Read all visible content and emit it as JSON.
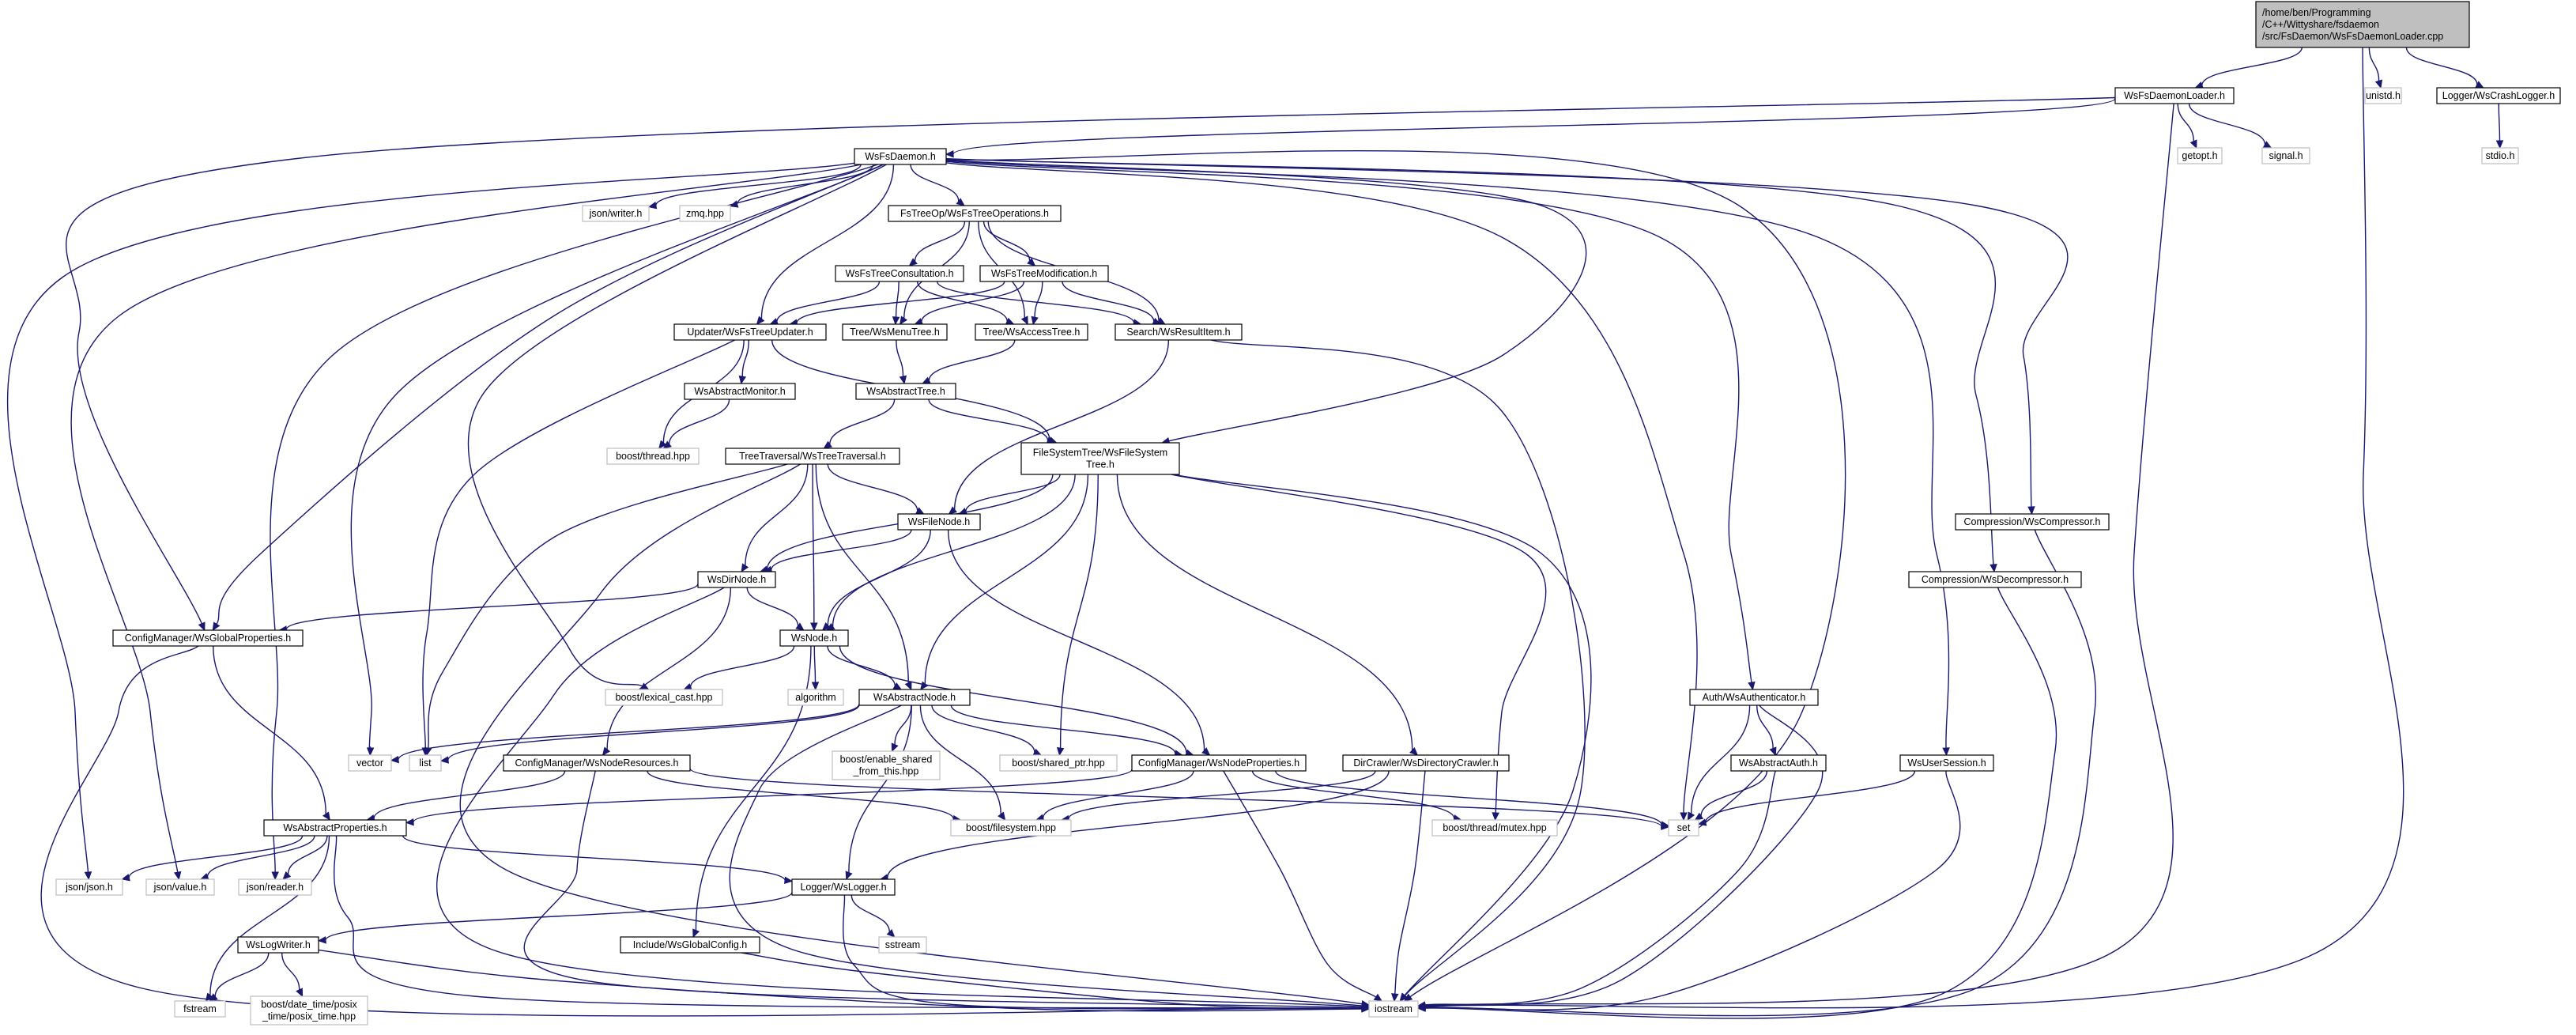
{
  "graph": {
    "root": "root",
    "colors": {
      "edge": "#191970",
      "local_border": "#000000",
      "system_border": "#bfbfbf",
      "root_fill": "#bfbfbf",
      "node_fill": "#ffffff"
    },
    "nodes": [
      {
        "id": "root",
        "kind": "root",
        "lines": [
          "/home/ben/Programming",
          "/C++/Wittyshare/fsdaemon",
          "/src/FsDaemon/WsFsDaemonLoader.cpp"
        ]
      },
      {
        "id": "loader",
        "kind": "local",
        "lines": [
          "WsFsDaemonLoader.h"
        ]
      },
      {
        "id": "unistd",
        "kind": "system",
        "lines": [
          "unistd.h"
        ]
      },
      {
        "id": "crashlogger",
        "kind": "local",
        "lines": [
          "Logger/WsCrashLogger.h"
        ]
      },
      {
        "id": "stdio",
        "kind": "system",
        "lines": [
          "stdio.h"
        ]
      },
      {
        "id": "getopt",
        "kind": "system",
        "lines": [
          "getopt.h"
        ]
      },
      {
        "id": "signal",
        "kind": "system",
        "lines": [
          "signal.h"
        ]
      },
      {
        "id": "daemon",
        "kind": "local",
        "lines": [
          "WsFsDaemon.h"
        ]
      },
      {
        "id": "jsonwriter",
        "kind": "system",
        "lines": [
          "json/writer.h"
        ]
      },
      {
        "id": "zmq",
        "kind": "system",
        "lines": [
          "zmq.hpp"
        ]
      },
      {
        "id": "treeops",
        "kind": "local",
        "lines": [
          "FsTreeOp/WsFsTreeOperations.h"
        ]
      },
      {
        "id": "consult",
        "kind": "local",
        "lines": [
          "WsFsTreeConsultation.h"
        ]
      },
      {
        "id": "modif",
        "kind": "local",
        "lines": [
          "WsFsTreeModification.h"
        ]
      },
      {
        "id": "updater",
        "kind": "local",
        "lines": [
          "Updater/WsFsTreeUpdater.h"
        ]
      },
      {
        "id": "menutree",
        "kind": "local",
        "lines": [
          "Tree/WsMenuTree.h"
        ]
      },
      {
        "id": "accesstree",
        "kind": "local",
        "lines": [
          "Tree/WsAccessTree.h"
        ]
      },
      {
        "id": "resultitem",
        "kind": "local",
        "lines": [
          "Search/WsResultItem.h"
        ]
      },
      {
        "id": "absmonitor",
        "kind": "local",
        "lines": [
          "WsAbstractMonitor.h"
        ]
      },
      {
        "id": "abstree",
        "kind": "local",
        "lines": [
          "WsAbstractTree.h"
        ]
      },
      {
        "id": "boostthread",
        "kind": "system",
        "lines": [
          "boost/thread.hpp"
        ]
      },
      {
        "id": "traversal",
        "kind": "local",
        "lines": [
          "TreeTraversal/WsTreeTraversal.h"
        ]
      },
      {
        "id": "fstree",
        "kind": "local",
        "lines": [
          "FileSystemTree/WsFileSystem",
          "Tree.h"
        ]
      },
      {
        "id": "filenode",
        "kind": "local",
        "lines": [
          "WsFileNode.h"
        ]
      },
      {
        "id": "dirnode",
        "kind": "local",
        "lines": [
          "WsDirNode.h"
        ]
      },
      {
        "id": "globalprops",
        "kind": "local",
        "lines": [
          "ConfigManager/WsGlobalProperties.h"
        ]
      },
      {
        "id": "node",
        "kind": "local",
        "lines": [
          "WsNode.h"
        ]
      },
      {
        "id": "lexcast",
        "kind": "system",
        "lines": [
          "boost/lexical_cast.hpp"
        ]
      },
      {
        "id": "algorithm",
        "kind": "system",
        "lines": [
          "algorithm"
        ]
      },
      {
        "id": "absnode",
        "kind": "local",
        "lines": [
          "WsAbstractNode.h"
        ]
      },
      {
        "id": "vector",
        "kind": "system",
        "lines": [
          "vector"
        ]
      },
      {
        "id": "list",
        "kind": "system",
        "lines": [
          "list"
        ]
      },
      {
        "id": "enableshared",
        "kind": "system",
        "lines": [
          "boost/enable_shared",
          "_from_this.hpp"
        ]
      },
      {
        "id": "sharedptr",
        "kind": "system",
        "lines": [
          "boost/shared_ptr.hpp"
        ]
      },
      {
        "id": "noderes",
        "kind": "local",
        "lines": [
          "ConfigManager/WsNodeResources.h"
        ]
      },
      {
        "id": "nodeprops",
        "kind": "local",
        "lines": [
          "ConfigManager/WsNodeProperties.h"
        ]
      },
      {
        "id": "crawler",
        "kind": "local",
        "lines": [
          "DirCrawler/WsDirectoryCrawler.h"
        ]
      },
      {
        "id": "mutex",
        "kind": "system",
        "lines": [
          "boost/thread/mutex.hpp"
        ]
      },
      {
        "id": "filesystem",
        "kind": "system",
        "lines": [
          "boost/filesystem.hpp"
        ]
      },
      {
        "id": "absprops",
        "kind": "local",
        "lines": [
          "WsAbstractProperties.h"
        ]
      },
      {
        "id": "jsonjson",
        "kind": "system",
        "lines": [
          "json/json.h"
        ]
      },
      {
        "id": "jsonvalue",
        "kind": "system",
        "lines": [
          "json/value.h"
        ]
      },
      {
        "id": "jsonreader",
        "kind": "system",
        "lines": [
          "json/reader.h"
        ]
      },
      {
        "id": "logger",
        "kind": "local",
        "lines": [
          "Logger/WsLogger.h"
        ]
      },
      {
        "id": "sstream",
        "kind": "system",
        "lines": [
          "sstream"
        ]
      },
      {
        "id": "logwriter",
        "kind": "local",
        "lines": [
          "WsLogWriter.h"
        ]
      },
      {
        "id": "fstream",
        "kind": "system",
        "lines": [
          "fstream"
        ]
      },
      {
        "id": "posixtime",
        "kind": "system",
        "lines": [
          "boost/date_time/posix",
          "_time/posix_time.hpp"
        ]
      },
      {
        "id": "globalconfig",
        "kind": "local",
        "lines": [
          "Include/WsGlobalConfig.h"
        ]
      },
      {
        "id": "iostream",
        "kind": "system",
        "lines": [
          "iostream"
        ]
      },
      {
        "id": "set",
        "kind": "system",
        "lines": [
          "set"
        ]
      },
      {
        "id": "auth",
        "kind": "local",
        "lines": [
          "Auth/WsAuthenticator.h"
        ]
      },
      {
        "id": "absauth",
        "kind": "local",
        "lines": [
          "WsAbstractAuth.h"
        ]
      },
      {
        "id": "session",
        "kind": "local",
        "lines": [
          "WsUserSession.h"
        ]
      },
      {
        "id": "compressor",
        "kind": "local",
        "lines": [
          "Compression/WsCompressor.h"
        ]
      },
      {
        "id": "decompressor",
        "kind": "local",
        "lines": [
          "Compression/WsDecompressor.h"
        ]
      }
    ],
    "edges": [
      [
        "root",
        "loader"
      ],
      [
        "root",
        "unistd"
      ],
      [
        "root",
        "crashlogger"
      ],
      [
        "root",
        "iostream"
      ],
      [
        "crashlogger",
        "stdio"
      ],
      [
        "loader",
        "daemon"
      ],
      [
        "loader",
        "getopt"
      ],
      [
        "loader",
        "signal"
      ],
      [
        "loader",
        "iostream"
      ],
      [
        "loader",
        "globalprops"
      ],
      [
        "daemon",
        "jsonwriter"
      ],
      [
        "daemon",
        "zmq"
      ],
      [
        "daemon",
        "treeops"
      ],
      [
        "daemon",
        "updater"
      ],
      [
        "daemon",
        "fstree"
      ],
      [
        "daemon",
        "globalprops"
      ],
      [
        "daemon",
        "vector"
      ],
      [
        "daemon",
        "lexcast"
      ],
      [
        "daemon",
        "jsonjson"
      ],
      [
        "daemon",
        "jsonvalue"
      ],
      [
        "daemon",
        "jsonreader"
      ],
      [
        "daemon",
        "set"
      ],
      [
        "daemon",
        "auth"
      ],
      [
        "daemon",
        "session"
      ],
      [
        "daemon",
        "compressor"
      ],
      [
        "daemon",
        "decompressor"
      ],
      [
        "daemon",
        "iostream"
      ],
      [
        "treeops",
        "consult"
      ],
      [
        "treeops",
        "modif"
      ],
      [
        "treeops",
        "menutree"
      ],
      [
        "treeops",
        "accesstree"
      ],
      [
        "treeops",
        "resultitem"
      ],
      [
        "consult",
        "updater"
      ],
      [
        "consult",
        "menutree"
      ],
      [
        "consult",
        "accesstree"
      ],
      [
        "consult",
        "resultitem"
      ],
      [
        "modif",
        "updater"
      ],
      [
        "modif",
        "menutree"
      ],
      [
        "modif",
        "accesstree"
      ],
      [
        "modif",
        "resultitem"
      ],
      [
        "updater",
        "absmonitor"
      ],
      [
        "updater",
        "boostthread"
      ],
      [
        "updater",
        "fstree"
      ],
      [
        "updater",
        "list"
      ],
      [
        "absmonitor",
        "boostthread"
      ],
      [
        "menutree",
        "abstree"
      ],
      [
        "accesstree",
        "abstree"
      ],
      [
        "resultitem",
        "filenode"
      ],
      [
        "resultitem",
        "iostream"
      ],
      [
        "abstree",
        "traversal"
      ],
      [
        "abstree",
        "fstree"
      ],
      [
        "traversal",
        "filenode"
      ],
      [
        "traversal",
        "dirnode"
      ],
      [
        "traversal",
        "node"
      ],
      [
        "traversal",
        "absnode"
      ],
      [
        "traversal",
        "list"
      ],
      [
        "traversal",
        "iostream"
      ],
      [
        "fstree",
        "filenode"
      ],
      [
        "fstree",
        "dirnode"
      ],
      [
        "fstree",
        "node"
      ],
      [
        "fstree",
        "absnode"
      ],
      [
        "fstree",
        "sharedptr"
      ],
      [
        "fstree",
        "crawler"
      ],
      [
        "fstree",
        "mutex"
      ],
      [
        "fstree",
        "iostream"
      ],
      [
        "filenode",
        "dirnode"
      ],
      [
        "filenode",
        "node"
      ],
      [
        "filenode",
        "nodeprops"
      ],
      [
        "dirnode",
        "node"
      ],
      [
        "dirnode",
        "globalprops"
      ],
      [
        "dirnode",
        "noderes"
      ],
      [
        "dirnode",
        "iostream"
      ],
      [
        "globalprops",
        "absprops"
      ],
      [
        "globalprops",
        "iostream"
      ],
      [
        "node",
        "lexcast"
      ],
      [
        "node",
        "algorithm"
      ],
      [
        "node",
        "absnode"
      ],
      [
        "node",
        "nodeprops"
      ],
      [
        "node",
        "globalconfig"
      ],
      [
        "absnode",
        "vector"
      ],
      [
        "absnode",
        "list"
      ],
      [
        "absnode",
        "enableshared"
      ],
      [
        "absnode",
        "sharedptr"
      ],
      [
        "absnode",
        "filesystem"
      ],
      [
        "absnode",
        "nodeprops"
      ],
      [
        "absnode",
        "logger"
      ],
      [
        "absnode",
        "iostream"
      ],
      [
        "noderes",
        "absprops"
      ],
      [
        "noderes",
        "filesystem"
      ],
      [
        "noderes",
        "set"
      ],
      [
        "noderes",
        "iostream"
      ],
      [
        "nodeprops",
        "absprops"
      ],
      [
        "nodeprops",
        "filesystem"
      ],
      [
        "nodeprops",
        "mutex"
      ],
      [
        "nodeprops",
        "set"
      ],
      [
        "nodeprops",
        "iostream"
      ],
      [
        "crawler",
        "filesystem"
      ],
      [
        "crawler",
        "logger"
      ],
      [
        "crawler",
        "iostream"
      ],
      [
        "absprops",
        "jsonjson"
      ],
      [
        "absprops",
        "jsonvalue"
      ],
      [
        "absprops",
        "jsonreader"
      ],
      [
        "absprops",
        "logger"
      ],
      [
        "absprops",
        "fstream"
      ],
      [
        "absprops",
        "iostream"
      ],
      [
        "logger",
        "logwriter"
      ],
      [
        "logger",
        "sstream"
      ],
      [
        "logger",
        "iostream"
      ],
      [
        "logwriter",
        "fstream"
      ],
      [
        "logwriter",
        "posixtime"
      ],
      [
        "logwriter",
        "iostream"
      ],
      [
        "globalconfig",
        "iostream"
      ],
      [
        "auth",
        "absauth"
      ],
      [
        "auth",
        "set"
      ],
      [
        "auth",
        "iostream"
      ],
      [
        "absauth",
        "set"
      ],
      [
        "absauth",
        "iostream"
      ],
      [
        "session",
        "set"
      ],
      [
        "session",
        "iostream"
      ],
      [
        "compressor",
        "iostream"
      ],
      [
        "decompressor",
        "iostream"
      ]
    ]
  }
}
